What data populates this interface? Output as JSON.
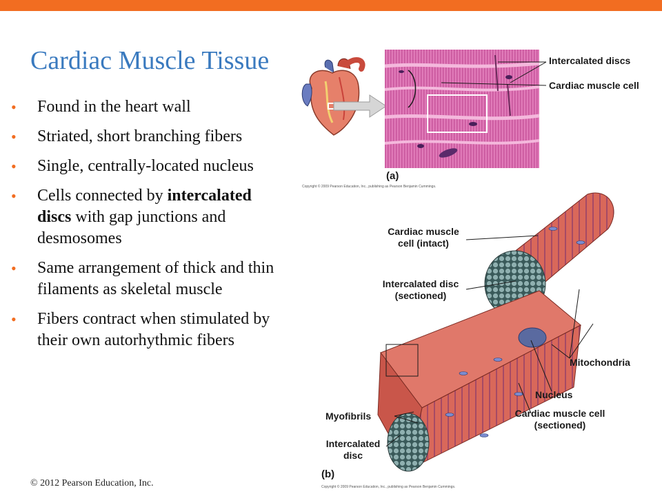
{
  "slide": {
    "title": "Cardiac Muscle Tissue",
    "bullets": [
      {
        "parts": [
          {
            "text": "Found in the heart wall",
            "bold": false
          }
        ]
      },
      {
        "parts": [
          {
            "text": "Striated, short branching fibers",
            "bold": false
          }
        ]
      },
      {
        "parts": [
          {
            "text": "Single, centrally-located nucleus",
            "bold": false
          }
        ]
      },
      {
        "parts": [
          {
            "text": "Cells connected by ",
            "bold": false
          },
          {
            "text": "intercalated discs",
            "bold": true
          },
          {
            "text": " with gap junctions and desmosomes",
            "bold": false
          }
        ]
      },
      {
        "parts": [
          {
            "text": "Same arrangement of thick and thin filaments as skeletal muscle",
            "bold": false
          }
        ]
      },
      {
        "parts": [
          {
            "text": "Fibers contract when stimulated by their own autorhythmic fibers",
            "bold": false
          }
        ]
      }
    ],
    "copyright": "© 2012 Pearson Education, Inc."
  },
  "figure_a": {
    "labels": {
      "intercalated_discs": "Intercalated discs",
      "cardiac_muscle_cell": "Cardiac muscle cell"
    },
    "panel_letter": "(a)",
    "credit": "Copyright © 2009 Pearson Education, Inc., publishing as Pearson Benjamin Cummings."
  },
  "figure_b": {
    "labels": {
      "cell_intact": "Cardiac muscle cell (intact)",
      "disc_sectioned": "Intercalated disc (sectioned)",
      "mitochondria": "Mitochondria",
      "nucleus": "Nucleus",
      "cell_sectioned": "Cardiac muscle cell (sectioned)",
      "myofibrils": "Myofibrils",
      "intercalated_disc": "Intercalated disc"
    },
    "panel_letter": "(b)",
    "credit": "Copyright © 2009 Pearson Education, Inc., publishing as Pearson Benjamin Cummings."
  },
  "colors": {
    "accent": "#f26d21",
    "title": "#3a7abf",
    "tissue_pink": "#e07ab8",
    "fiber_red": "#d9685a"
  }
}
